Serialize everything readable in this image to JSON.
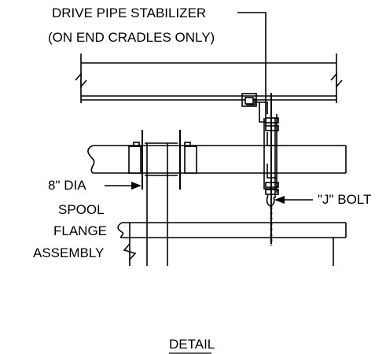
{
  "labels": {
    "stabilizer_line1": "DRIVE PIPE STABILIZER",
    "stabilizer_line2": "(ON END CRADLES ONLY)",
    "dia": "8\" DIA",
    "spool": "SPOOL",
    "flange": "FLANGE",
    "assembly": "ASSEMBLY",
    "jbolt": "\"J\" BOLT",
    "detail": "DETAIL"
  },
  "colors": {
    "line": "#000000",
    "background": "#ffffff"
  }
}
